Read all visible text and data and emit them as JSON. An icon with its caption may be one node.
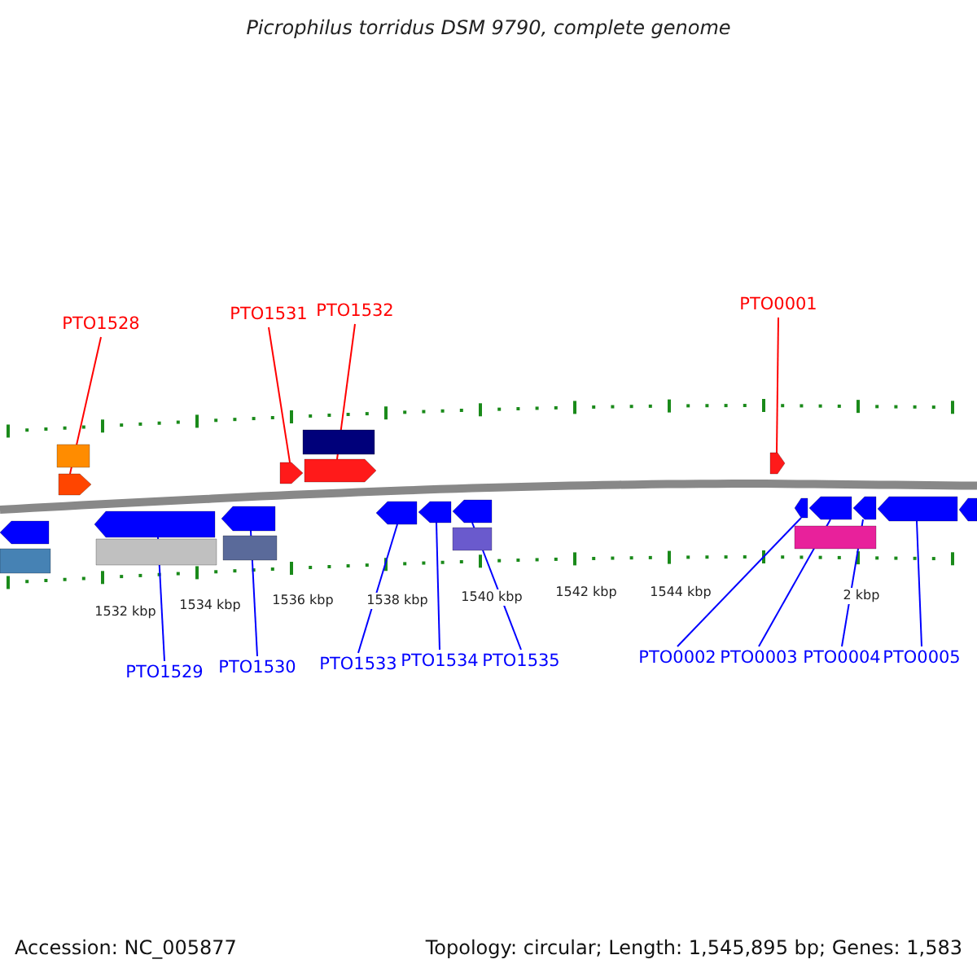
{
  "diagram": {
    "title": "Picrophilus torridus DSM 9790, complete genome",
    "nodes": [
      {
        "text": [
          "PTO1528"
        ]
      },
      {
        "text": [
          "PTO1531"
        ]
      },
      {
        "text": [
          "PTO1532"
        ]
      },
      {
        "text": [
          "PTO0001"
        ]
      },
      {
        "text": [
          "PTO1529"
        ]
      },
      {
        "text": [
          "PTO1530"
        ]
      },
      {
        "text": [
          "PTO1533"
        ]
      },
      {
        "text": [
          "PTO1534"
        ]
      },
      {
        "text": [
          "PTO1535"
        ]
      },
      {
        "text": [
          "PTO0002"
        ]
      },
      {
        "text": [
          "PTO0003"
        ]
      },
      {
        "text": [
          "PTO0004"
        ]
      },
      {
        "text": [
          "PTO0005"
        ]
      },
      {
        "text": [],
        "shape": "pentagon"
      },
      {
        "text": [],
        "shape": "pentagon"
      },
      {
        "text": [],
        "shape": "pentagon"
      },
      {
        "text": [],
        "shape": "pentagon"
      },
      {
        "text": [],
        "shape": "pentagon"
      },
      {
        "text": [],
        "shape": "pentagon"
      },
      {
        "text": [],
        "shape": "pentagon"
      },
      {
        "text": [],
        "shape": "pentagon"
      },
      {
        "text": [],
        "shape": "pentagon"
      },
      {
        "text": [],
        "shape": "pentagon"
      },
      {
        "text": [],
        "shape": "pentagon"
      },
      {
        "text": [],
        "shape": "pentagon"
      },
      {
        "text": [],
        "shape": "pentagon"
      }
    ],
    "edges": [
      {
        "from": 0,
        "to": 13,
        "arrow": "none",
        "color": "#ff0000"
      },
      {
        "from": 1,
        "to": 14,
        "arrow": "none",
        "color": "#ff0000"
      },
      {
        "from": 2,
        "to": 15,
        "arrow": "none",
        "color": "#ff0000"
      },
      {
        "from": 3,
        "to": 16,
        "arrow": "none",
        "color": "#ff0000"
      },
      {
        "from": 4,
        "to": 17,
        "arrow": "none"
      },
      {
        "from": 5,
        "to": 18,
        "arrow": "none"
      },
      {
        "from": 6,
        "to": 19,
        "arrow": "none"
      },
      {
        "from": 7,
        "to": 20,
        "arrow": "none"
      },
      {
        "from": 8,
        "to": 21,
        "arrow": "none"
      },
      {
        "from": 9,
        "to": 22,
        "arrow": "none"
      },
      {
        "from": 10,
        "to": 23,
        "arrow": "none"
      },
      {
        "from": 11,
        "to": 24,
        "arrow": "none"
      },
      {
        "from": 12,
        "to": 25,
        "arrow": "none"
      }
    ],
    "labels": [
      "1532 kbp",
      "1534 kbp",
      "1536 kbp",
      "1538 kbp",
      "1540 kbp",
      "1542 kbp",
      "1544 kbp",
      "2 kbp",
      "Accession: NC_005877",
      "Topology: circular; Length: 1,545,895 bp; Genes: 1,583"
    ]
  }
}
